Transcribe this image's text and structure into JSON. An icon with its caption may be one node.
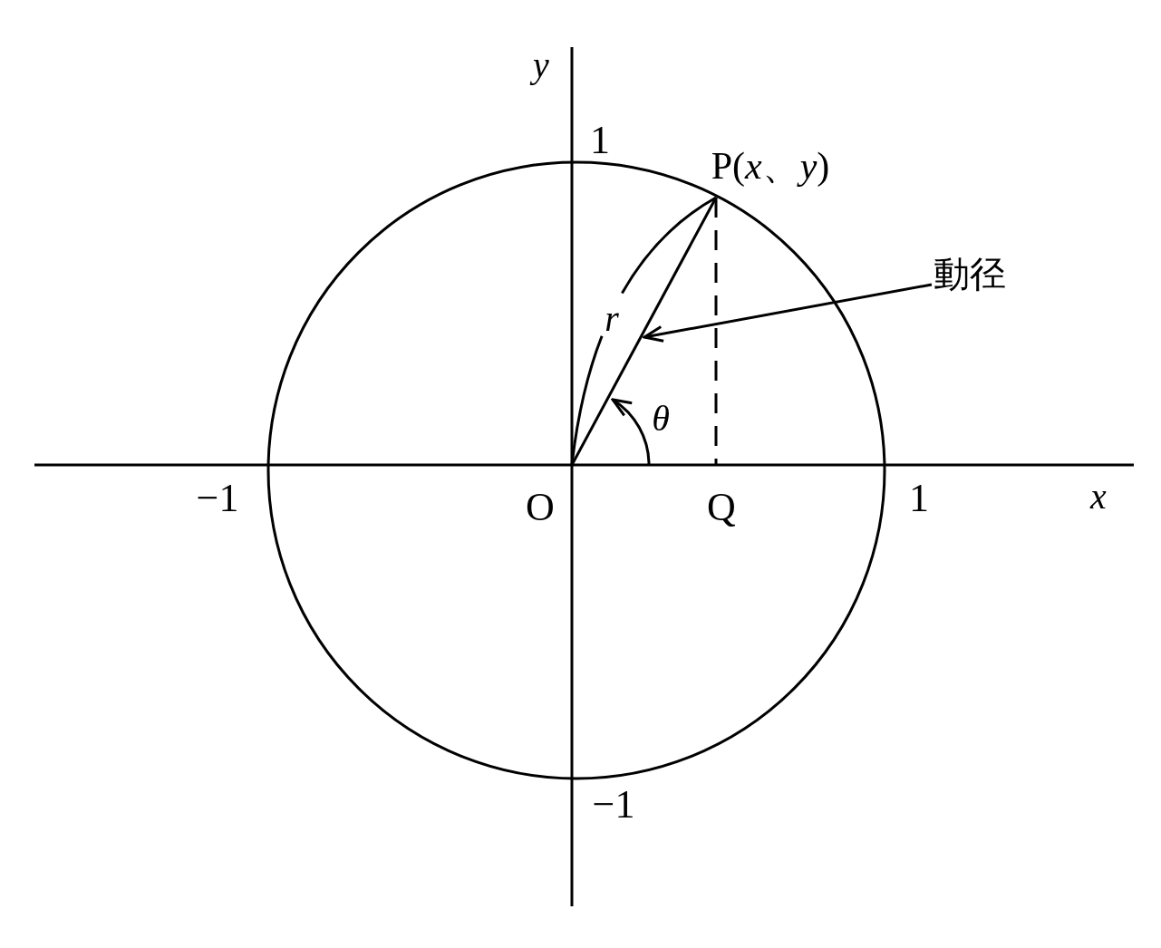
{
  "diagram": {
    "nodes": [
      {
        "text": [
          "動径"
        ]
      },
      {
        "text": [],
        "shape": "line"
      }
    ],
    "edges": [
      {
        "from": 0,
        "to": 1,
        "arrow": "to"
      }
    ],
    "labels": [
      "*y*",
      "1",
      "P(*x*、*y*)",
      "*r*",
      "*θ*",
      "−1",
      "O",
      "Q",
      "1",
      "*x*",
      "−1"
    ]
  }
}
